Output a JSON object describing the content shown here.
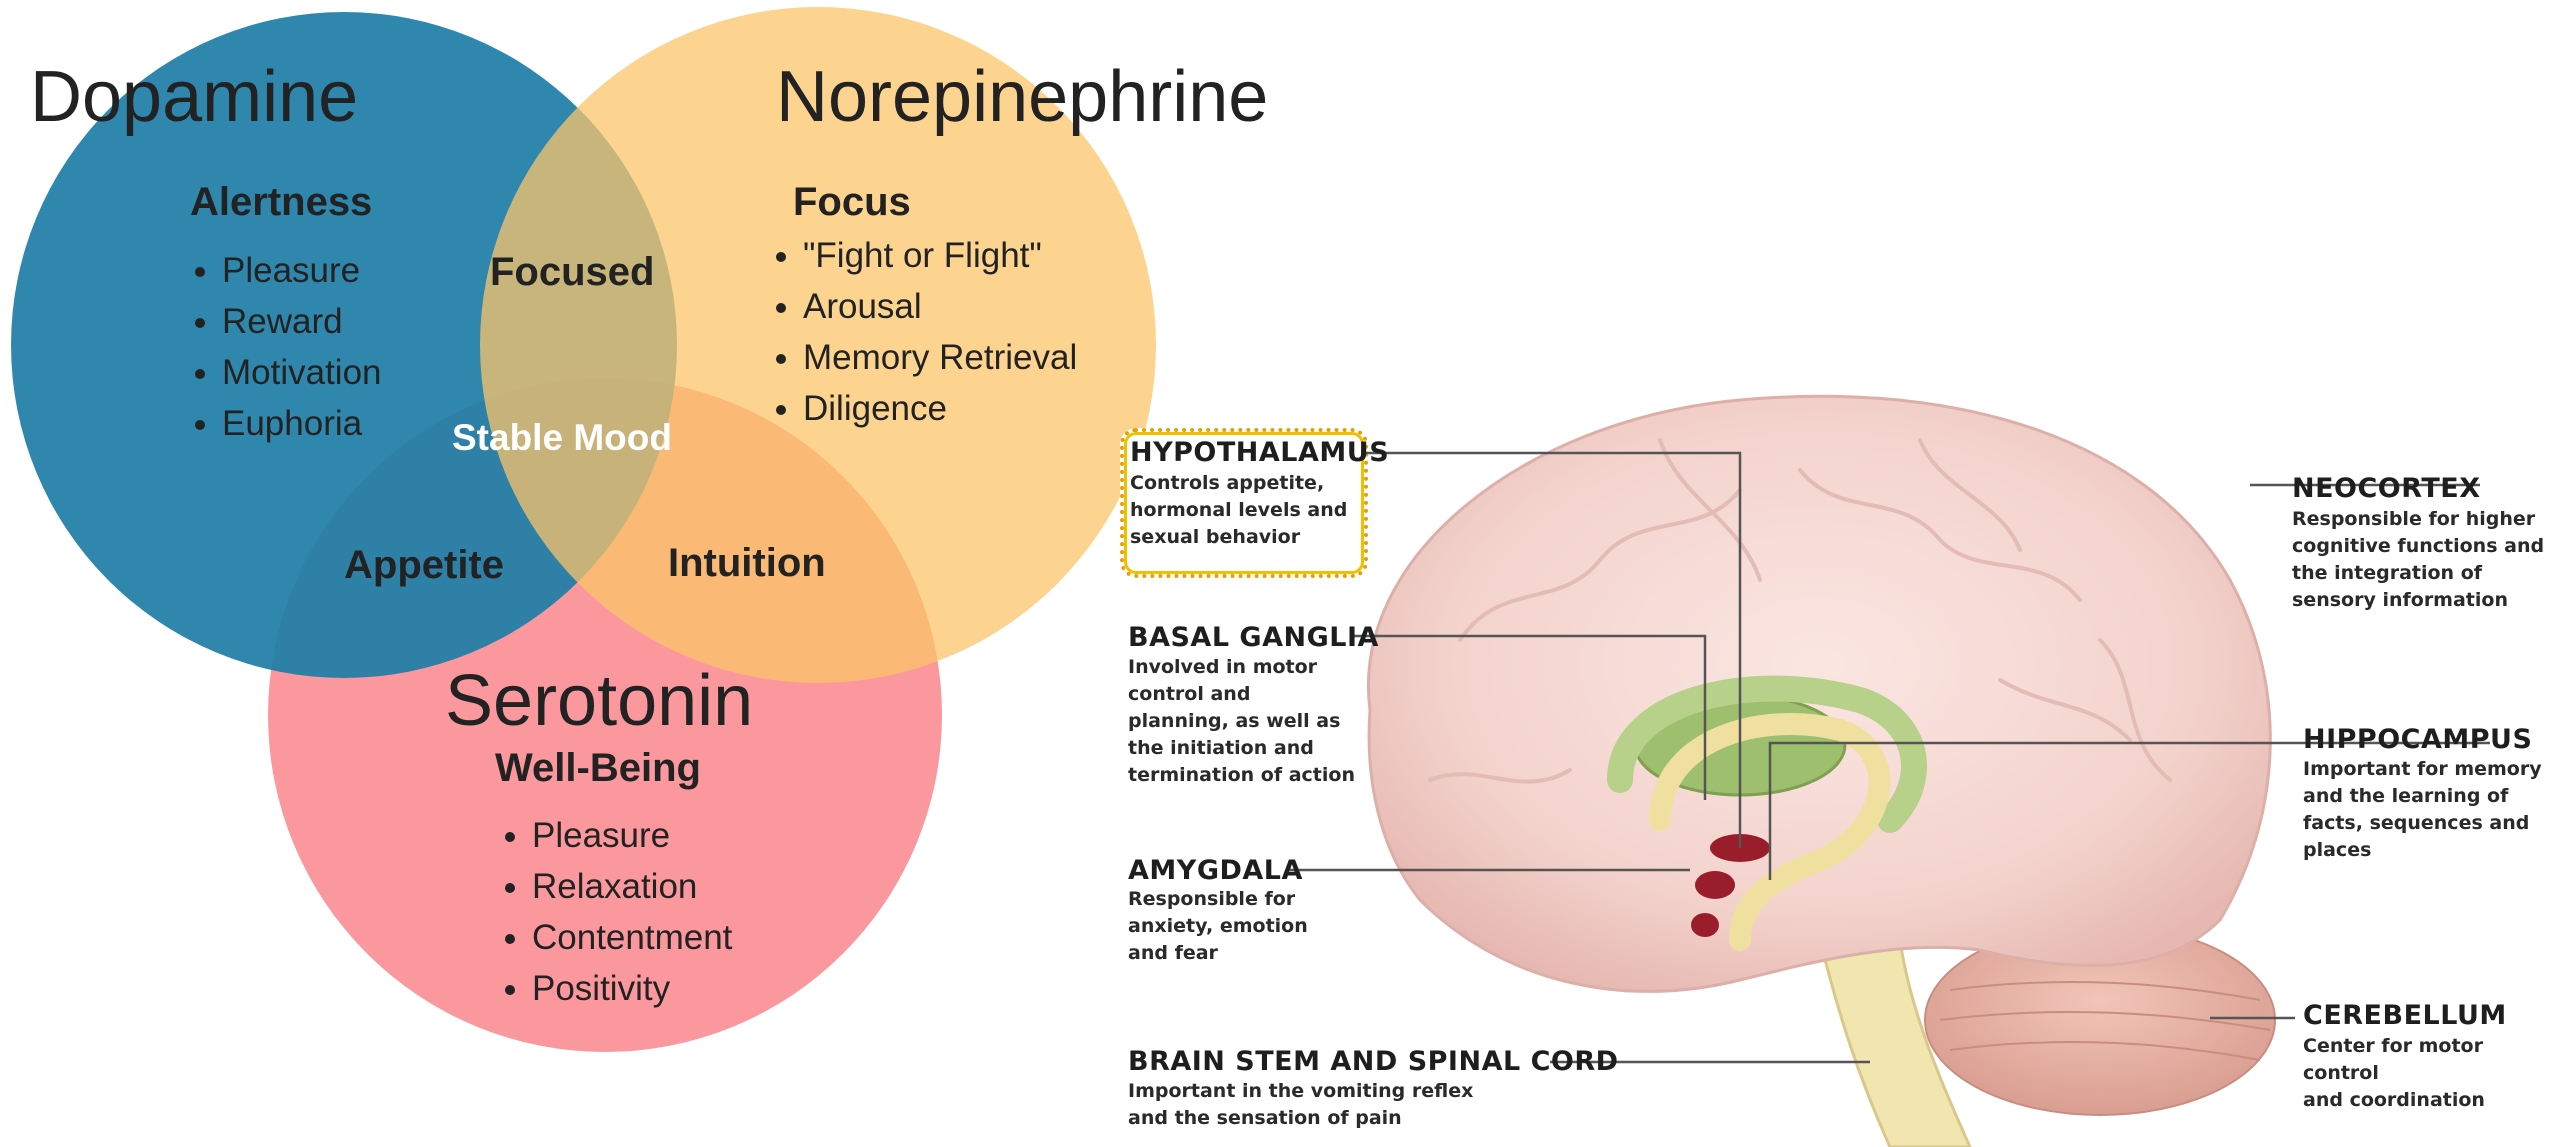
{
  "venn": {
    "dopamine": {
      "title": "Dopamine",
      "subtitle": "Alertness",
      "items": [
        "Pleasure",
        "Reward",
        "Motivation",
        "Euphoria"
      ],
      "color": "#1f7ea8"
    },
    "norepinephrine": {
      "title": "Norepinephrine",
      "subtitle": "Focus",
      "items": [
        "\"Fight or Flight\"",
        "Arousal",
        "Memory Retrieval",
        "Diligence"
      ],
      "color": "#fbc46a"
    },
    "serotonin": {
      "title": "Serotonin",
      "subtitle": "Well-Being",
      "items": [
        "Pleasure",
        "Relaxation",
        "Contentment",
        "Positivity"
      ],
      "color": "#f98a8f"
    },
    "overlaps": {
      "dopamine_norepinephrine": "Focused",
      "center": "Stable Mood",
      "dopamine_serotonin": "Appetite",
      "norepinephrine_serotonin": "Intuition"
    }
  },
  "brain": {
    "labels": {
      "hypothalamus": {
        "title": "HYPOTHALAMUS",
        "desc": "Controls appetite,\nhormonal levels and\nsexual behavior"
      },
      "basal_ganglia": {
        "title": "BASAL GANGLIA",
        "desc": "Involved in motor\ncontrol and\nplanning, as well as\nthe initiation and\ntermination of action"
      },
      "amygdala": {
        "title": "AMYGDALA",
        "desc": "Responsible for\nanxiety, emotion\nand fear"
      },
      "brain_stem": {
        "title": "BRAIN STEM AND SPINAL CORD",
        "desc": "Important in the vomiting reflex\nand the sensation of pain"
      },
      "neocortex": {
        "title": "NEOCORTEX",
        "desc": "Responsible for higher\ncognitive functions and\nthe integration of\nsensory information"
      },
      "hippocampus": {
        "title": "HIPPOCAMPUS",
        "desc": "Important for memory\nand the learning of\nfacts, sequences and\nplaces"
      },
      "cerebellum": {
        "title": "CEREBELLUM",
        "desc": "Center for motor control\nand coordination"
      }
    }
  }
}
